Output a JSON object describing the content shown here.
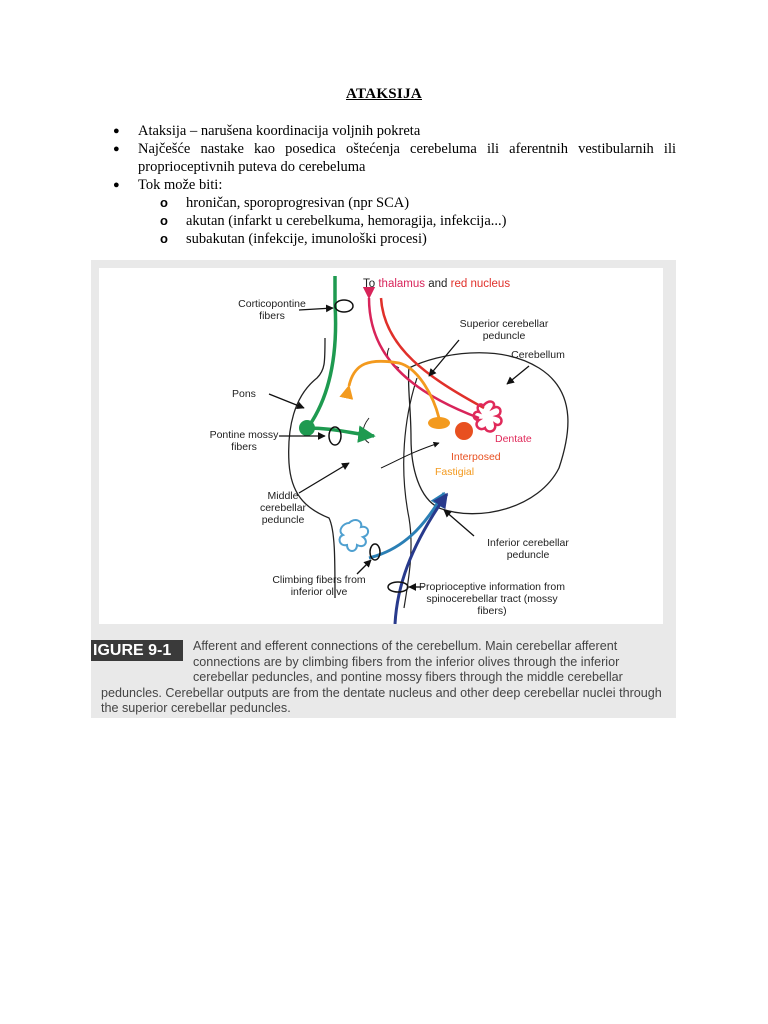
{
  "title": "ATAKSIJA",
  "bullets": [
    {
      "text": "Ataksija – narušena koordinacija voljnih pokreta"
    },
    {
      "text": "Najčešće nastake kao posedica oštećenja cerebeluma ili aferentnih vestibularnih ili proprioceptivnih puteva do cerebeluma"
    },
    {
      "text": "Tok može biti:",
      "sub": [
        "hroničan, sporoprogresivan (npr SCA)",
        "akutan (infarkt u cerebelkuma, hemoragija, infekcija...)",
        "subakutan (infekcije, imunološki procesi)"
      ]
    }
  ],
  "sub_marker": "o",
  "bullet_marker": "●",
  "figure": {
    "labels": {
      "to": "To",
      "thalamus": "thalamus",
      "and": "and",
      "red_nucleus": "red nucleus",
      "corticopontine": "Corticopontine fibers",
      "pons": "Pons",
      "pontine_mossy": "Pontine mossy fibers",
      "middle_peduncle": "Middle cerebellar peduncle",
      "climbing": "Climbing fibers from inferior olive",
      "superior_peduncle": "Superior cerebellar peduncle",
      "cerebellum": "Cerebellum",
      "dentate": "Dentate",
      "interposed": "Interposed",
      "fastigial": "Fastigial",
      "inferior_peduncle": "Inferior cerebellar peduncle",
      "proprioceptive": "Proprioceptive information from spinocerebellar tract (mossy fibers)"
    },
    "tag": "IGURE 9-1",
    "caption_first": "Afferent and efferent connections of the cerebellum. Main cerebellar afferent connections are by climbing fibers from the inferior olives through the inferior cerebellar peduncles, and pontine mossy fibers through the middle cerebellar",
    "caption_rest": "peduncles. Cerebellar outputs are from the dentate nucleus and other deep cerebellar nuclei through the superior cerebellar peduncles.",
    "colors": {
      "corticopontine": "#1e9a50",
      "pontine_mossy": "#1e9a50",
      "thalamus": "#d8245a",
      "red_nucleus": "#e0302a",
      "fastigial": "#f39a1e",
      "interposed": "#e85020",
      "dentate": "#e02a5a",
      "climbing": "#2a7fb5",
      "proprioceptive": "#283a8c"
    }
  }
}
